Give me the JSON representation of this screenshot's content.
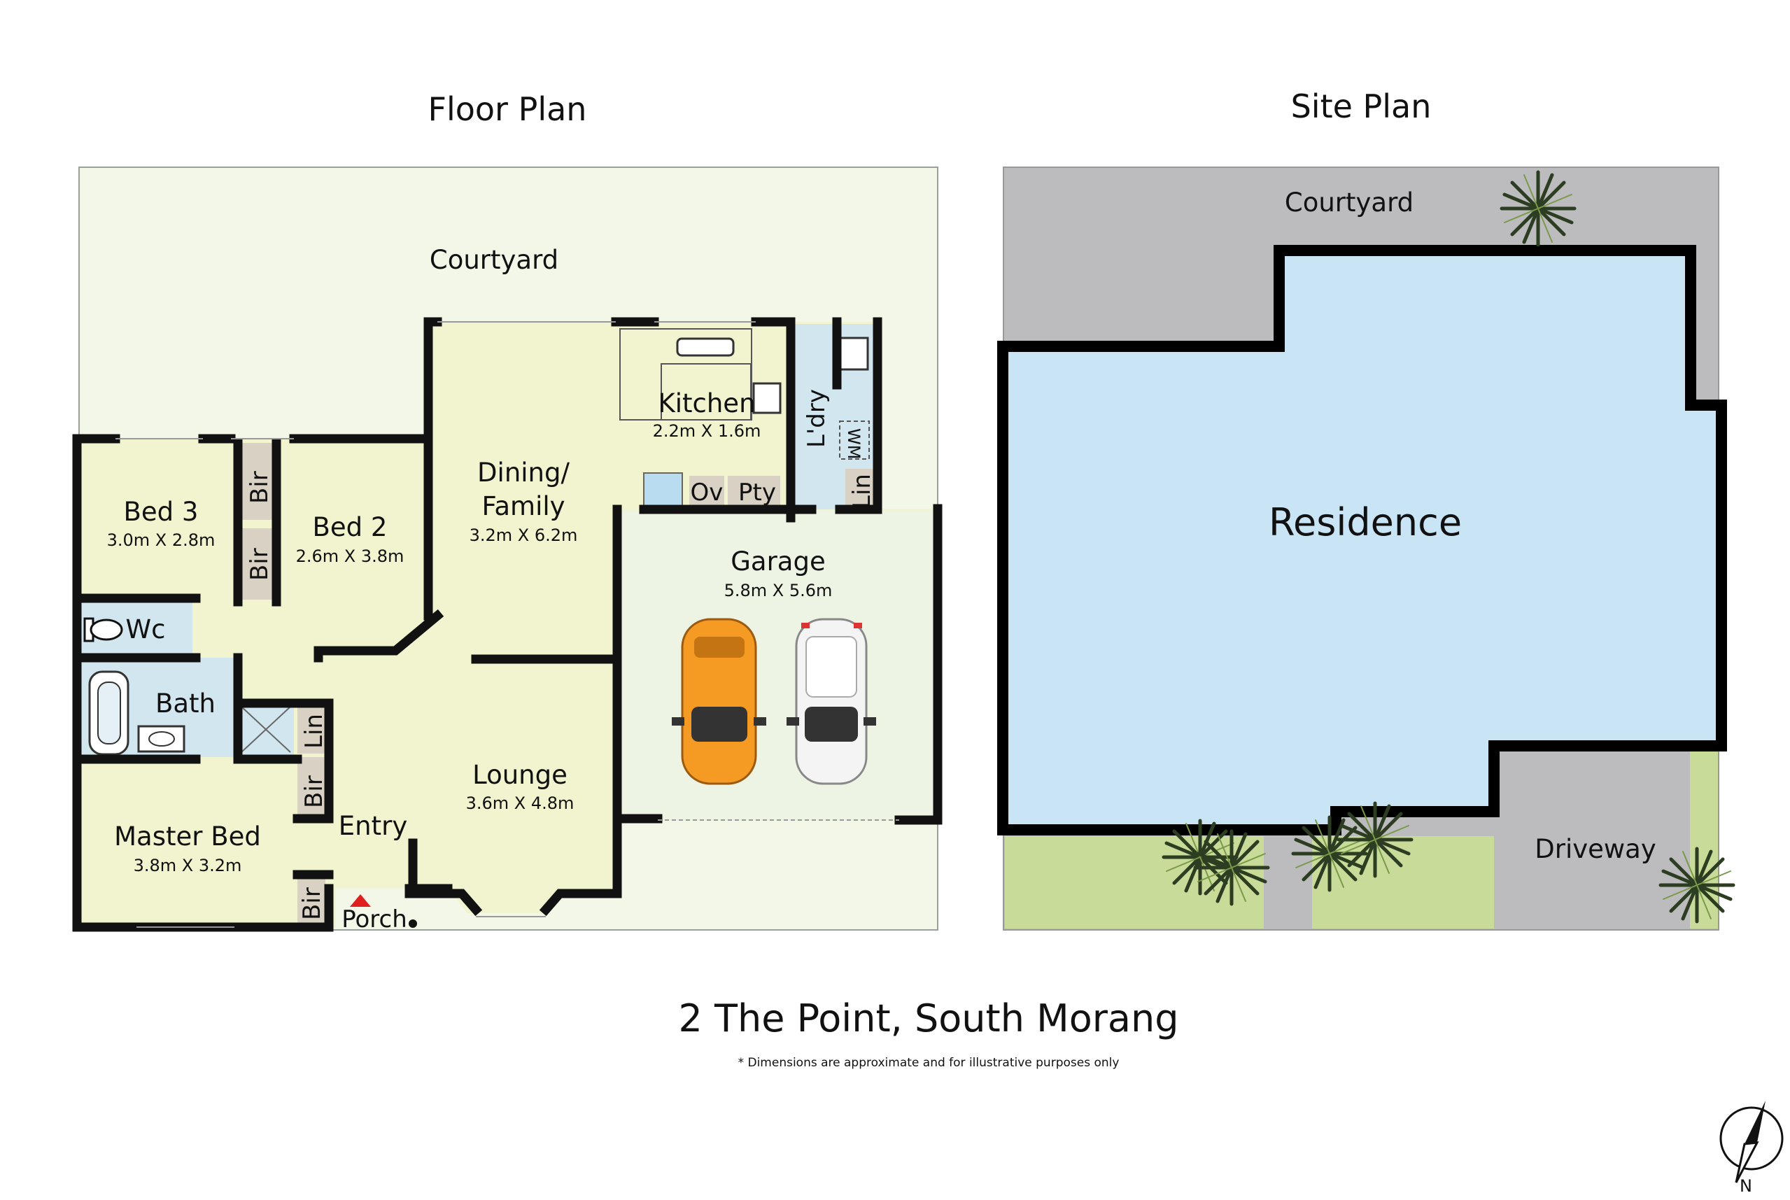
{
  "titles": {
    "floor_plan": "Floor Plan",
    "site_plan": "Site Plan"
  },
  "floor_plan": {
    "courtyard": "Courtyard",
    "rooms": {
      "bed3": {
        "name": "Bed 3",
        "dims": "3.0m X 2.8m"
      },
      "bed2": {
        "name": "Bed 2",
        "dims": "2.6m X 3.8m"
      },
      "dining": {
        "name_line1": "Dining/",
        "name_line2": "Family",
        "dims": "3.2m X 6.2m"
      },
      "kitchen": {
        "name": "Kitchen",
        "dims": "2.2m X 1.6m"
      },
      "laundry": {
        "name": "L'dry"
      },
      "garage": {
        "name": "Garage",
        "dims": "5.8m X 5.6m"
      },
      "lounge": {
        "name": "Lounge",
        "dims": "3.6m X 4.8m"
      },
      "master": {
        "name": "Master Bed",
        "dims": "3.8m X 3.2m"
      },
      "bath": {
        "name": "Bath"
      },
      "wc": {
        "name": "Wc"
      },
      "entry": {
        "name": "Entry"
      },
      "porch": {
        "name": "Porch"
      }
    },
    "fixtures": {
      "bir": "Bir",
      "lin": "Lin",
      "ov": "Ov",
      "pty": "Pty",
      "wm": "WM"
    }
  },
  "site_plan": {
    "courtyard": "Courtyard",
    "residence": "Residence",
    "driveway": "Driveway"
  },
  "footer": {
    "address": "2 The Point, South Morang",
    "disclaimer": "* Dimensions are approximate and for illustrative purposes only"
  },
  "compass": {
    "label": "N"
  },
  "colors": {
    "courtyard_bg": "#f3f7e8",
    "room_fill": "#f2f3cf",
    "wet_fill": "#d2e6ef",
    "garage_fill": "#eef4e4",
    "robe_fill": "#d8d1c4",
    "wall": "#111111",
    "site_grey": "#bcbcbe",
    "residence_blue": "#c9e4f4",
    "lawn_green": "#c8db98",
    "car_orange": "#f59b23",
    "car_white": "#f4f4f4"
  }
}
